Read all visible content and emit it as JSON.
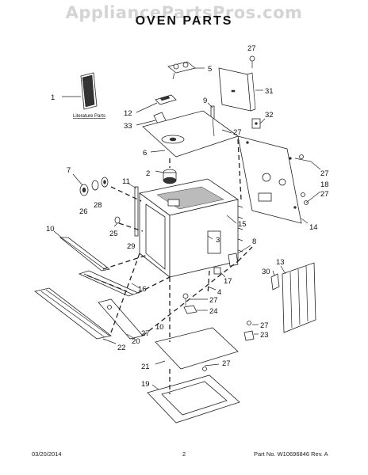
{
  "watermark": "AppliancePartsPros.com",
  "title": "OVEN PARTS",
  "literature_label": "Literature Parts",
  "footer": {
    "date": "03/20/2014",
    "page": "2",
    "part_no": "Part No.  W10696846  Rev. A"
  },
  "callouts": [
    {
      "id": "c1",
      "label": "1"
    },
    {
      "id": "c2",
      "label": "2"
    },
    {
      "id": "c3",
      "label": "3"
    },
    {
      "id": "c4",
      "label": "4"
    },
    {
      "id": "c5",
      "label": "5"
    },
    {
      "id": "c6",
      "label": "6"
    },
    {
      "id": "c7",
      "label": "7"
    },
    {
      "id": "c8",
      "label": "8"
    },
    {
      "id": "c9",
      "label": "9"
    },
    {
      "id": "c10a",
      "label": "10"
    },
    {
      "id": "c10b",
      "label": "10"
    },
    {
      "id": "c11",
      "label": "11"
    },
    {
      "id": "c12",
      "label": "12"
    },
    {
      "id": "c13",
      "label": "13"
    },
    {
      "id": "c14",
      "label": "14"
    },
    {
      "id": "c15",
      "label": "15"
    },
    {
      "id": "c16",
      "label": "16"
    },
    {
      "id": "c17",
      "label": "17"
    },
    {
      "id": "c18",
      "label": "18"
    },
    {
      "id": "c19",
      "label": "19"
    },
    {
      "id": "c20",
      "label": "20"
    },
    {
      "id": "c21",
      "label": "21"
    },
    {
      "id": "c22",
      "label": "22"
    },
    {
      "id": "c23",
      "label": "23"
    },
    {
      "id": "c24",
      "label": "24"
    },
    {
      "id": "c25",
      "label": "25"
    },
    {
      "id": "c26",
      "label": "26"
    },
    {
      "id": "c27a",
      "label": "27"
    },
    {
      "id": "c27b",
      "label": "27"
    },
    {
      "id": "c27c",
      "label": "27"
    },
    {
      "id": "c27d",
      "label": "27"
    },
    {
      "id": "c27e",
      "label": "27"
    },
    {
      "id": "c27f",
      "label": "27"
    },
    {
      "id": "c27g",
      "label": "27"
    },
    {
      "id": "c27h",
      "label": "27"
    },
    {
      "id": "c28",
      "label": "28"
    },
    {
      "id": "c29",
      "label": "29"
    },
    {
      "id": "c30",
      "label": "30"
    },
    {
      "id": "c31",
      "label": "31"
    },
    {
      "id": "c32",
      "label": "32"
    },
    {
      "id": "c33",
      "label": "33"
    }
  ]
}
